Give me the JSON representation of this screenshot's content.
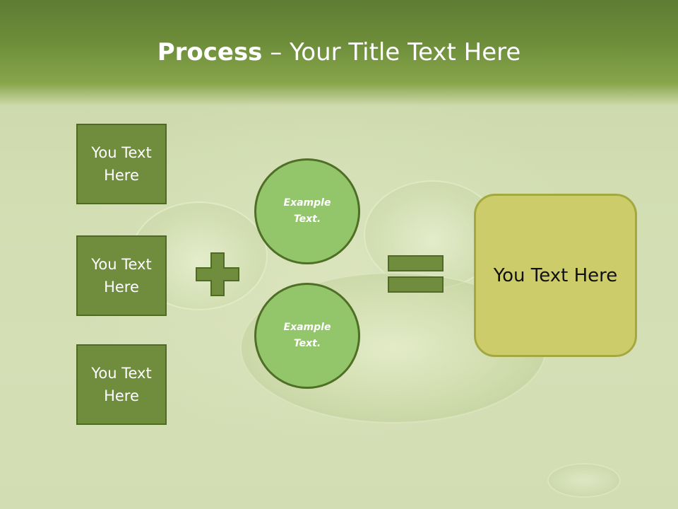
{
  "slide": {
    "title_bold": "Process",
    "title_rest": " – Your Title Text Here",
    "boxes": [
      {
        "text": "You Text Here"
      },
      {
        "text": "You Text Here"
      },
      {
        "text": "You Text Here"
      }
    ],
    "circles": [
      {
        "text": "Example Text."
      },
      {
        "text": "Example Text."
      }
    ],
    "result": {
      "text": "You Text Here"
    },
    "operators": {
      "plus": "plus-icon",
      "equals": "equals-icon"
    }
  },
  "colors": {
    "title_bar": "#6d8d3a",
    "box_fill": "#6f8d3c",
    "circle_fill": "#93c66a",
    "result_fill": "#cccc6b",
    "operator_fill": "#6f8d3c",
    "text_light": "#ffffff",
    "text_dark": "#111111"
  }
}
